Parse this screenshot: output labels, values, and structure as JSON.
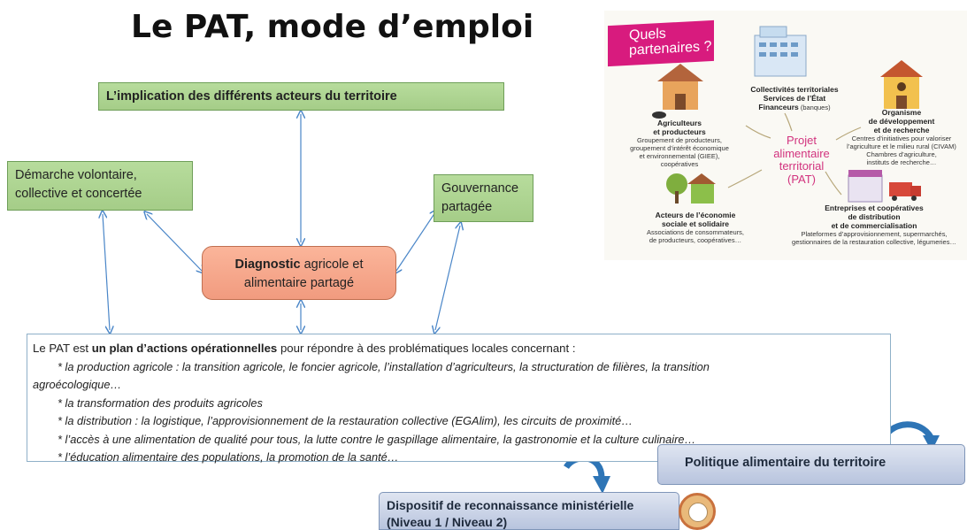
{
  "title": "Le PAT, mode d’emploi",
  "implication": "L’implication des différents acteurs du territoire",
  "demarche": [
    "Démarche volontaire,",
    "collective et concertée"
  ],
  "gouvernance": [
    "Gouvernance",
    "partagée"
  ],
  "diagnostic": {
    "bold": "Diagnostic",
    "rest": " agricole et",
    "line2": "alimentaire partagé"
  },
  "pat": {
    "intro_a": "Le PAT est ",
    "intro_bold": "un plan d’actions opérationnelles",
    "intro_b": " pour répondre à des problématiques locales concernant :",
    "items": [
      "* la production agricole : la transition agricole, le foncier agricole, l’installation d’agriculteurs, la structuration de filières, la transition",
      "agroécologique…",
      "* la  transformation des produits agricoles",
      "* la distribution : la logistique, l’approvisionnement de la restauration collective (EGAlim), les circuits de proximité…",
      "* l’accès à une alimentation de qualité pour tous, la lutte contre le gaspillage alimentaire, la gastronomie et la culture culinaire…",
      "* l’éducation alimentaire des populations, la promotion de la santé…"
    ]
  },
  "politique": "Politique alimentaire du territoire",
  "dispositif": [
    "Dispositif de reconnaissance ministérielle",
    "(Niveau 1 / Niveau 2)"
  ],
  "partners": {
    "banner": [
      "Quels",
      "partenaires ?"
    ],
    "center": [
      "Projet",
      "alimentaire",
      "territorial",
      "(PAT)"
    ],
    "collectivites": {
      "title": [
        "Collectivités territoriales",
        "Services de l’État"
      ],
      "title3_bold": "Financeurs",
      "title3_rest": " (banques)"
    },
    "agriculteurs": {
      "title": [
        "Agriculteurs",
        "et producteurs"
      ],
      "desc": [
        "Groupement de producteurs,",
        "groupement d’intérêt économique",
        "et environnemental (GIEE),",
        "coopératives"
      ]
    },
    "organisme": {
      "title": [
        "Organisme",
        "de développement",
        "et de recherche"
      ],
      "desc": [
        "Centres d’initiatives pour valoriser",
        "l’agriculture et le milieu rural (CIVAM)",
        "Chambres d’agriculture,",
        "instituts de recherche…"
      ]
    },
    "ess": {
      "title": [
        "Acteurs de l’économie",
        "sociale et solidaire"
      ],
      "desc": [
        "Associations de consommateurs,",
        "de producteurs, coopératives…"
      ]
    },
    "entreprises": {
      "title": [
        "Entreprises et coopératives",
        "de distribution",
        "et de commercialisation"
      ],
      "desc": [
        "Plateformes d’approvisionnement, supermarchés,",
        "gestionnaires de la restauration collective, légumeries…"
      ]
    }
  },
  "colors": {
    "green_box": "#a9d18e",
    "orange_box": "#f4a98c",
    "blue_box": "#c5cfe6",
    "arrow_blue": "#2e75b6",
    "pat_pink": "#d2337e",
    "banner_magenta": "#d81b7e"
  }
}
